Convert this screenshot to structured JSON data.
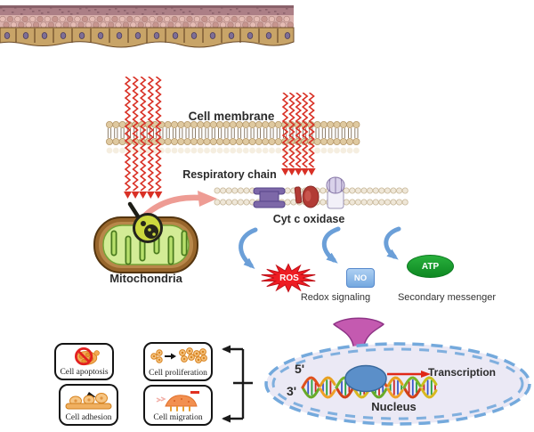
{
  "diagram": {
    "cell_membrane_label": "Cell membrane",
    "respiratory_chain_label": "Respiratory chain",
    "cyt_c_oxidase_label": "Cyt c oxidase",
    "mitochondria_label": "Mitochondria",
    "ros_label": "ROS",
    "no_label": "NO",
    "atp_label": "ATP",
    "redox_signaling_label": "Redox signaling",
    "secondary_messenger_label": "Secondary messenger",
    "transcription_label": "Transcription",
    "nucleus_label": "Nucleus",
    "dna_five_prime": "5'",
    "dna_three_prime": "3'",
    "outcomes": [
      {
        "label": "Cell apoptosis"
      },
      {
        "label": "Cell proliferation"
      },
      {
        "label": "Cell adhesion"
      },
      {
        "label": "Cell migration"
      }
    ],
    "icons": {
      "light_beam": "red-wavy-light-arrows",
      "magnifier": "magnifier-icon",
      "prohibition": "no-symbol-icon",
      "funnel": "down-funnel-arrow"
    },
    "colors": {
      "light_beam": "#d93025",
      "membrane_head": "#dfc9a0",
      "protein_purple": "#7d68a8",
      "protein_red": "#b23b35",
      "arrow_blue": "#6b9fd8",
      "ros_red": "#ee1c23",
      "no_blue": "#74a8e0",
      "atp_green": "#14a02c",
      "funnel_magenta": "#c45ab0",
      "nucleus_border": "#74a9dc",
      "nucleus_fill": "#ebe9f5",
      "mito_outer": "#98662c",
      "mito_inner": "#d3ec96"
    }
  }
}
